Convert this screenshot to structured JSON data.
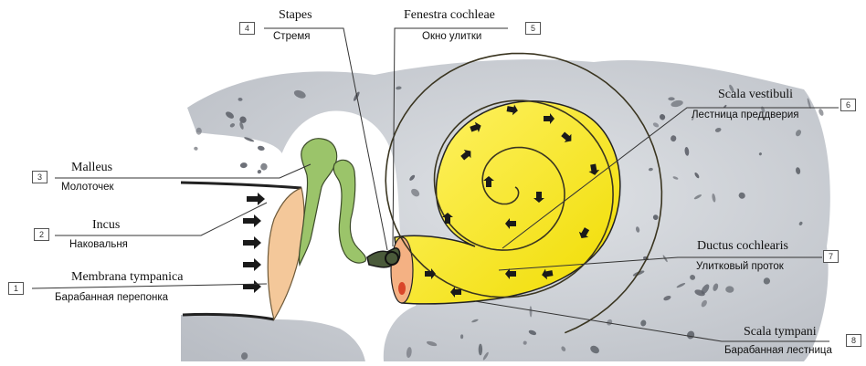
{
  "labels": [
    {
      "num": "1",
      "latin": "Membrana tympanica",
      "russian": "Барабанная перепонка"
    },
    {
      "num": "2",
      "latin": "Incus",
      "russian": "Наковальня"
    },
    {
      "num": "3",
      "latin": "Malleus",
      "russian": "Молоточек"
    },
    {
      "num": "4",
      "latin": "Stapes",
      "russian": "Стремя"
    },
    {
      "num": "5",
      "latin": "Fenestra cochleae",
      "russian": "Окно улитки"
    },
    {
      "num": "6",
      "latin": "Scala vestibuli",
      "russian": "Лестница преддверия"
    },
    {
      "num": "7",
      "latin": "Ductus cochlearis",
      "russian": "Улитковый проток"
    },
    {
      "num": "8",
      "latin": "Scala tympani",
      "russian": "Барабанная лестница"
    }
  ],
  "colors": {
    "bone": "#d2d6dc",
    "bone_pores": "#5d6169",
    "ossicles": "#9bc46a",
    "eardrum": "#f4c89a",
    "cochlea": "#f5ea1a",
    "leader_lines": "#333333"
  }
}
